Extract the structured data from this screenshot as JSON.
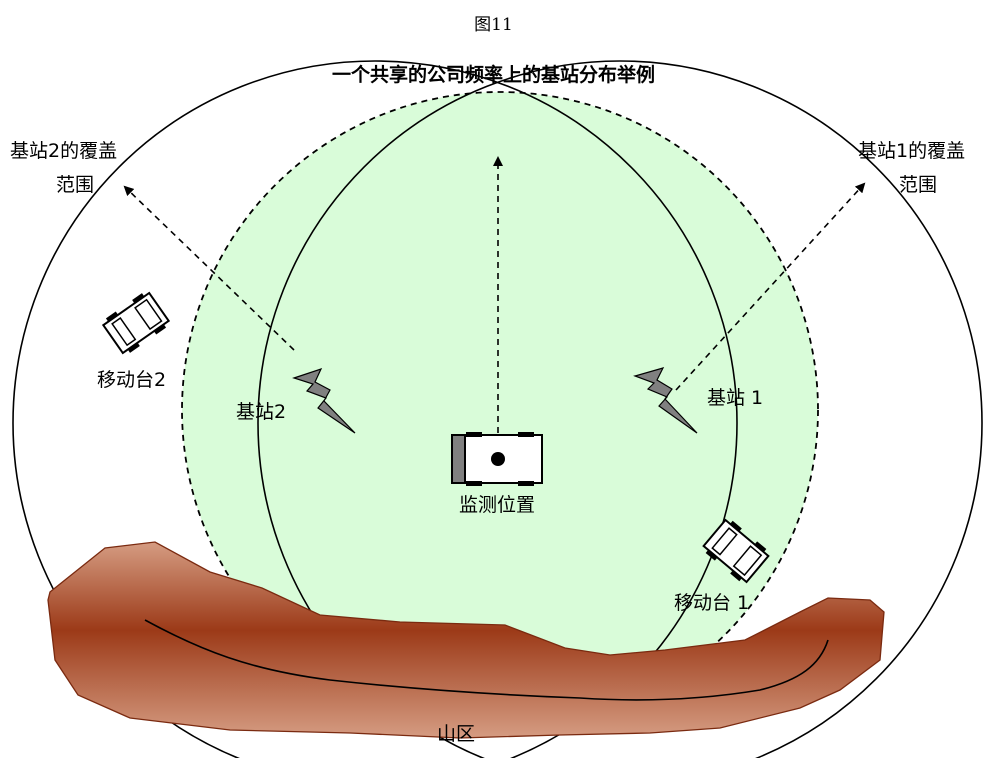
{
  "figure_number": "图11",
  "figure_title": "一个共享的公司频率上的基站分布举例",
  "labels": {
    "coverage_bs2_line1": "基站2的覆盖",
    "coverage_bs2_line2": "范围",
    "coverage_bs1_line1": "基站1的覆盖",
    "coverage_bs1_line2": "范围",
    "mobile2": "移动台2",
    "mobile1": "移动台 1",
    "base2": "基站2",
    "base1": "基站 1",
    "monitor": "监测位置",
    "mountain": "山区"
  },
  "colors": {
    "overlap_fill": "#d9fcd9",
    "mountain_fill": "#9c3a18",
    "mountain_light": "#d59c82",
    "antenna_fill": "#808080"
  }
}
